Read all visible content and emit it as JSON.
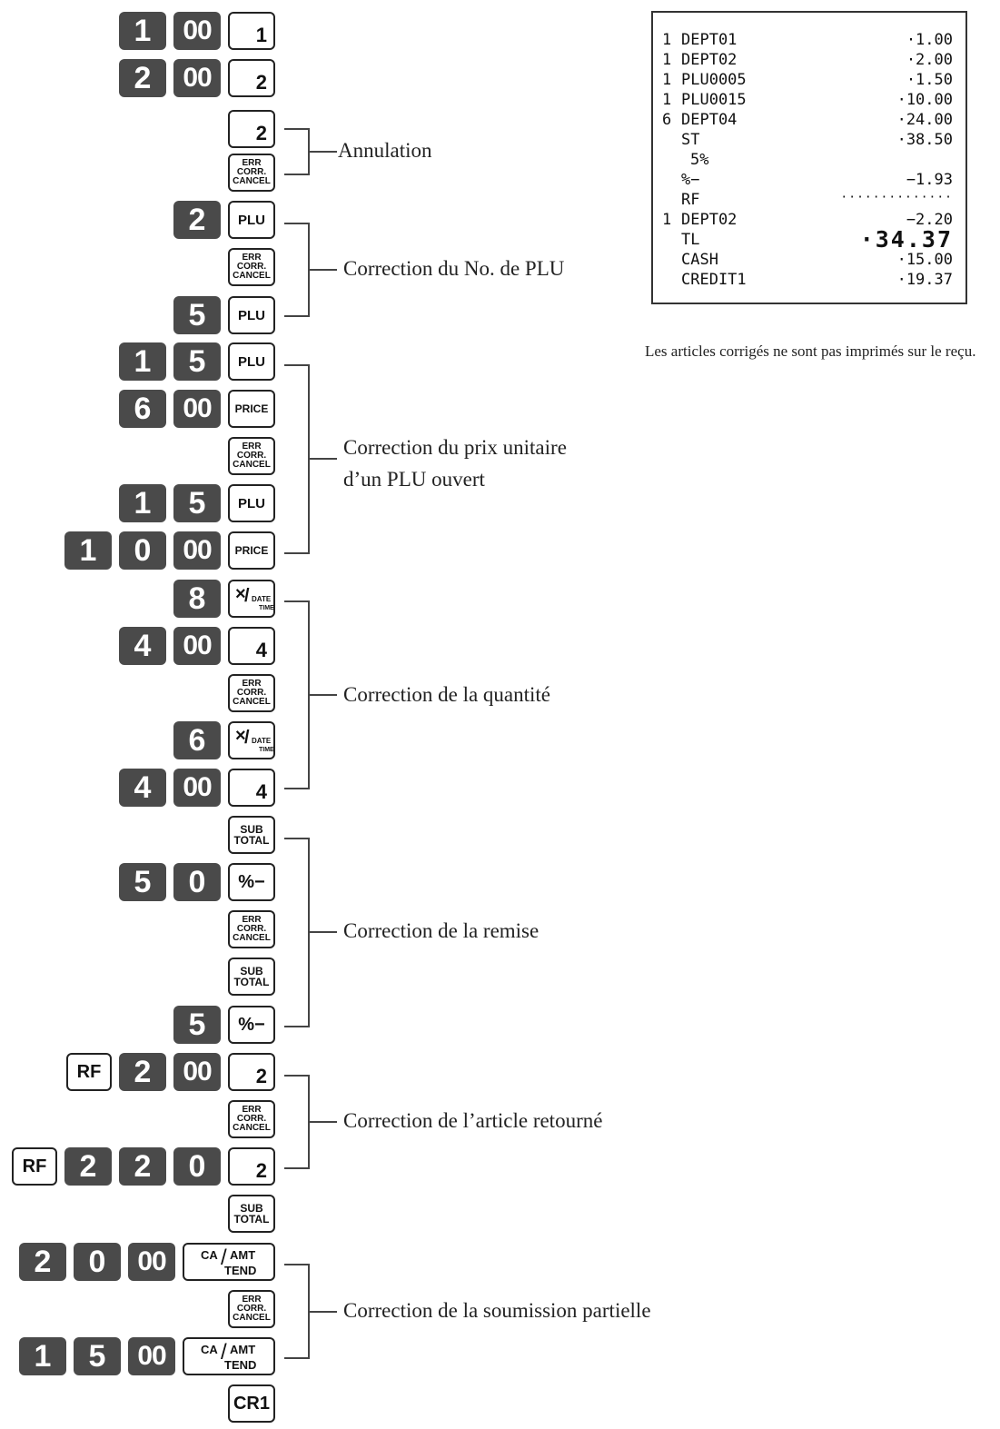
{
  "keys": {
    "one": "1",
    "two": "2",
    "four": "4",
    "five": "5",
    "six": "6",
    "eight": "8",
    "zero": "0",
    "double_zero": "00",
    "plu": "PLU",
    "price": "PRICE",
    "err_corr_top": "ERR CORR.",
    "err_corr_bottom": "CANCEL",
    "mult_x": "×",
    "mult_slash": "/",
    "mult_date": "DATE",
    "mult_time": "TIME",
    "subtotal_top": "SUB",
    "subtotal_bottom": "TOTAL",
    "percent_minus": "%−",
    "rf": "RF",
    "ca": "CA",
    "slash": "/",
    "amt": "AMT",
    "tend": "TEND",
    "cr1": "CR1"
  },
  "labels": {
    "annulation": "Annulation",
    "plu_no": "Correction du No. de PLU",
    "open_plu_line1": "Correction du prix unitaire",
    "open_plu_line2": "d’un PLU ouvert",
    "quantity": "Correction de la quantité",
    "discount": "Correction de la remise",
    "refund": "Correction de l’article retourné",
    "partial_tender": "Correction de la soumission partielle"
  },
  "receipt": {
    "lines": [
      {
        "qty": "1",
        "desc": "DEPT01",
        "amount": "·1.00"
      },
      {
        "qty": "1",
        "desc": "DEPT02",
        "amount": "·2.00"
      },
      {
        "qty": "1",
        "desc": "PLU0005",
        "amount": "·1.50"
      },
      {
        "qty": "1",
        "desc": "PLU0015",
        "amount": "·10.00"
      },
      {
        "qty": "6",
        "desc": "DEPT04",
        "amount": "·24.00"
      },
      {
        "qty": "",
        "desc": "ST",
        "amount": "·38.50"
      },
      {
        "qty": "",
        "desc": " 5%",
        "amount": ""
      },
      {
        "qty": "",
        "desc": "%−",
        "amount": "−1.93"
      },
      {
        "qty": "",
        "desc": "RF",
        "amount": "··············"
      },
      {
        "qty": "1",
        "desc": "DEPT02",
        "amount": "−2.20"
      },
      {
        "qty": "",
        "desc": "TL",
        "amount": "·34.37"
      },
      {
        "qty": "",
        "desc": "CASH",
        "amount": "·15.00"
      },
      {
        "qty": "",
        "desc": "CREDIT1",
        "amount": "·19.37"
      }
    ]
  },
  "note": "Les articles corrigés ne sont pas imprimés sur le reçu."
}
